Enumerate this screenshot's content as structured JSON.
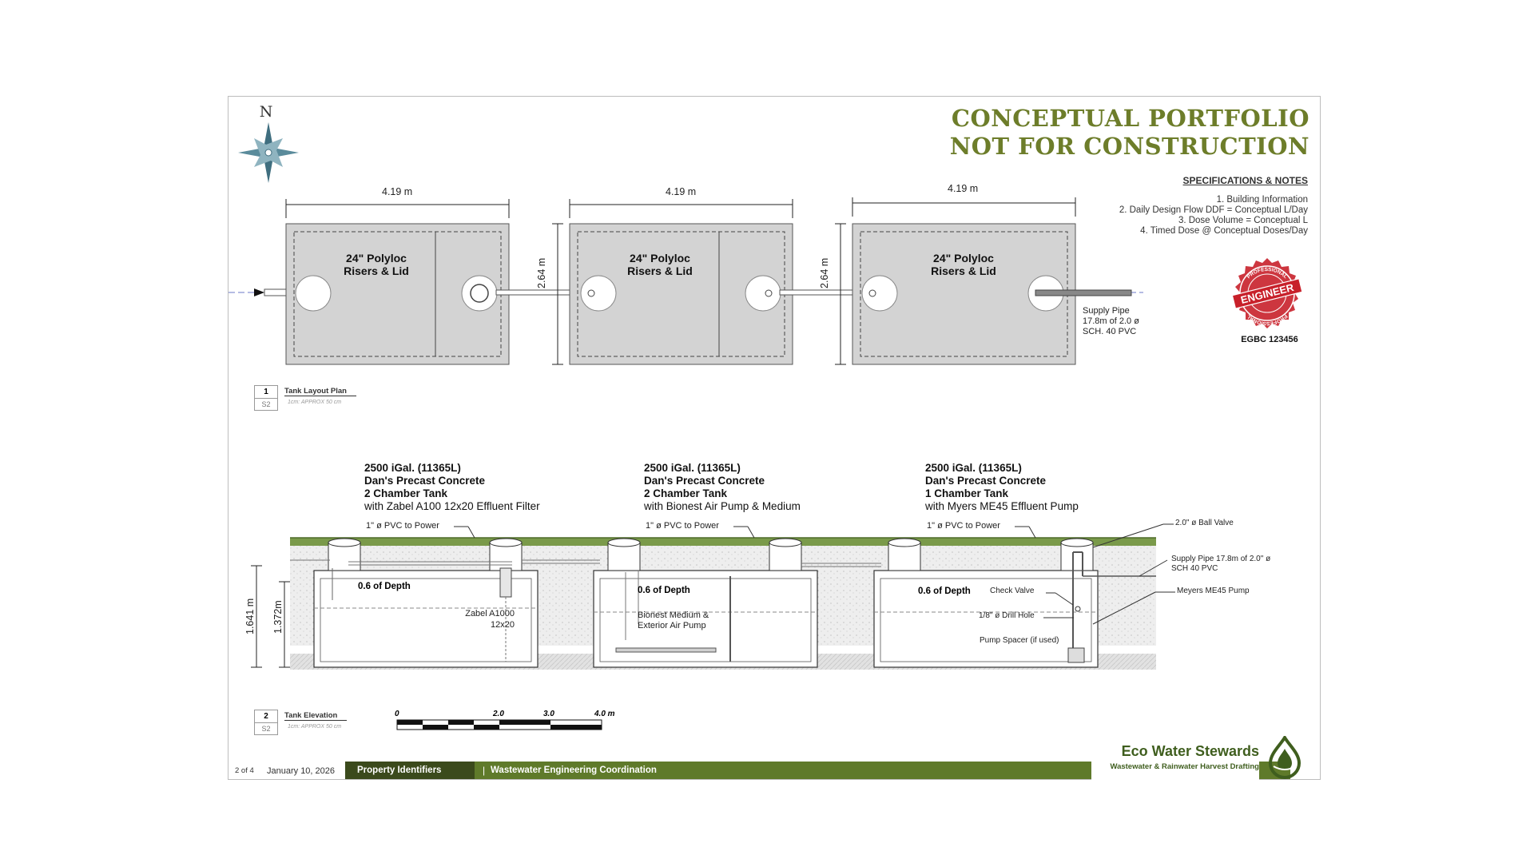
{
  "title": {
    "line1": "CONCEPTUAL PORTFOLIO",
    "line2": "NOT FOR CONSTRUCTION"
  },
  "compass": {
    "letter": "N",
    "icon": "compass-rose-icon"
  },
  "specs": {
    "heading": "SPECIFICATIONS & NOTES",
    "items": [
      "1. Building Information",
      "2. Daily Design Flow DDF = Conceptual L/Day",
      "3. Dose Volume = Conceptual L",
      "4. Timed Dose @ Conceptual Doses/Day"
    ]
  },
  "stamp": {
    "top": "PROFESSIONAL",
    "middle": "ENGINEER",
    "bottom": "PROFESSIONAL",
    "code": "EGBC 123456",
    "color": "#c8202a"
  },
  "plan": {
    "width_label": "4.19 m",
    "depth_label": "2.64 m",
    "riser_label_1": "24\" Polyloc",
    "riser_label_2": "Risers & Lid",
    "supply_pipe": [
      "Supply Pipe",
      "17.8m of 2.0 ø",
      "SCH. 40 PVC"
    ],
    "view_number": "1",
    "view_sheet": "S2",
    "view_title": "Tank Layout Plan",
    "view_scale": "1cm: APPROX 50 cm"
  },
  "elevation": {
    "tanks": [
      {
        "l1": "2500 iGal. (11365L)",
        "l2": "Dan's Precast Concrete",
        "l3": "2 Chamber Tank",
        "l4": "with Zabel A100 12x20 Effluent Filter",
        "power": "1\" ø PVC to Power",
        "depth": "0.6 of Depth",
        "inner1": "Zabel A1000",
        "inner2": "12x20"
      },
      {
        "l1": "2500 iGal. (11365L)",
        "l2": "Dan's Precast Concrete",
        "l3": "2 Chamber Tank",
        "l4": "with Bionest Air Pump & Medium",
        "power": "1\" ø PVC to Power",
        "depth": "0.6 of Depth",
        "inner1": "Bionest Medium &",
        "inner2": "Exterior Air Pump"
      },
      {
        "l1": "2500 iGal. (11365L)",
        "l2": "Dan's Precast Concrete",
        "l3": "1 Chamber Tank",
        "l4": "with Myers ME45 Effluent Pump",
        "power": "1\" ø PVC to Power",
        "depth": "0.6 of Depth",
        "inner1": "",
        "inner2": ""
      }
    ],
    "callouts": {
      "check_valve": "Check Valve",
      "drill_hole": "1/8\" ø Drill Hole",
      "pump_spacer": "Pump Spacer (if used)",
      "ball_valve": "2.0\" ø Ball Valve",
      "supply_1": "Supply Pipe 17.8m of 2.0\" ø",
      "supply_2": "SCH 40 PVC",
      "pump": "Meyers ME45 Pump"
    },
    "dim_outer": "1.641 m",
    "dim_inner": "1.372m",
    "view_number": "2",
    "view_sheet": "S2",
    "view_title": "Tank Elevation",
    "view_scale": "1cm: APPROX 50 cm"
  },
  "scale_bar": {
    "labels": [
      "0",
      "2.0",
      "3.0",
      "4.0 m"
    ]
  },
  "footer": {
    "page": "2 of 4",
    "date": "January 10, 2026",
    "seg1": "Property Identifiers",
    "sep": "|",
    "seg2": "Wastewater Engineering Coordination",
    "brand": "Eco Water Stewards",
    "brand_sub": "Wastewater & Rainwater Harvest Drafting",
    "brand_icon": "water-drop-icon",
    "bar_dark": "#3b4a1c",
    "bar_light": "#5f7a2a"
  }
}
